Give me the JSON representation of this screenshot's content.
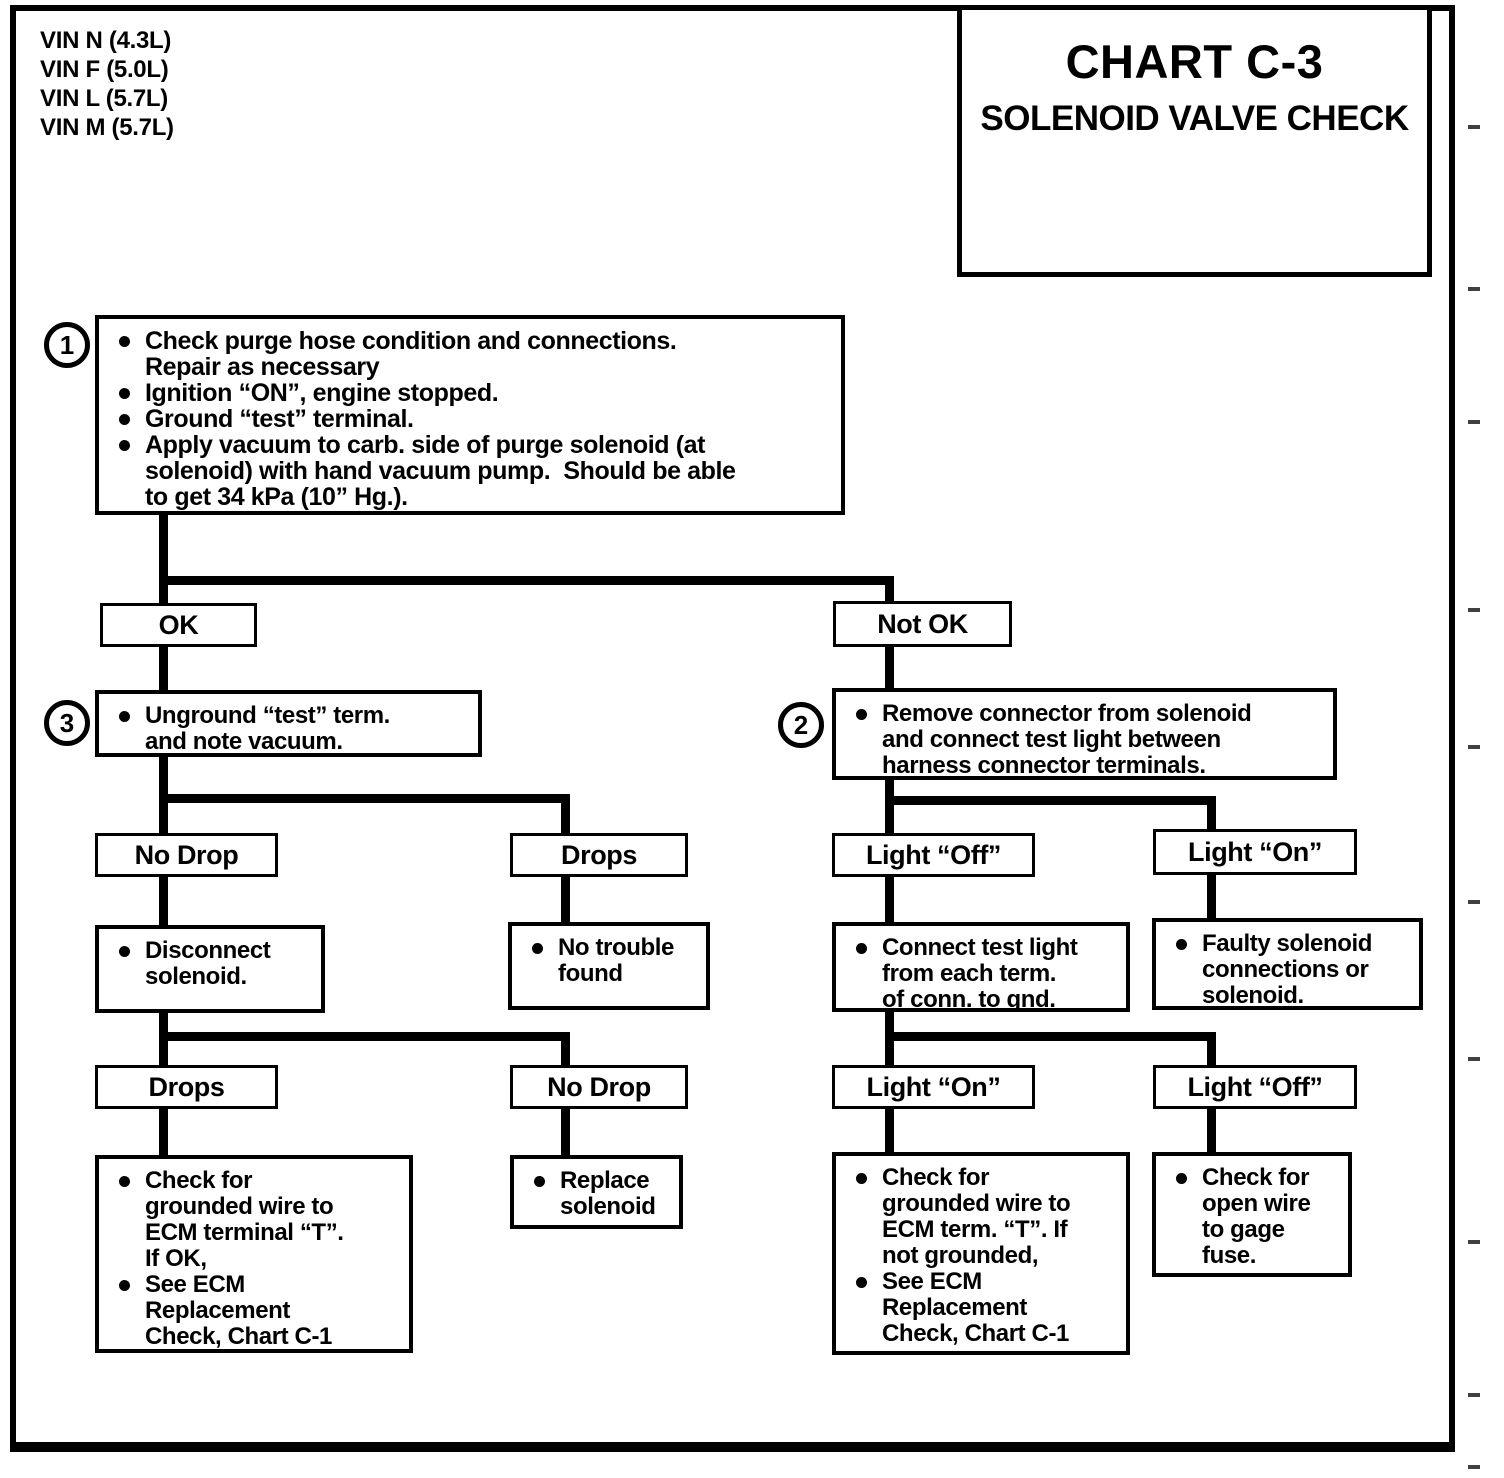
{
  "page": {
    "vin_labels": [
      "VIN N (4.3L)",
      "VIN F (5.0L)",
      "VIN L (5.7L)",
      "VIN M (5.7L)"
    ],
    "title": {
      "line1": "CHART C-3",
      "line2": "SOLENOID VALVE CHECK"
    }
  },
  "steps": {
    "s1": {
      "number": "1",
      "bullets": [
        "Check purge hose condition and connections.\nRepair as necessary",
        "Ignition “ON”, engine stopped.",
        "Ground “test” terminal.",
        "Apply vacuum to carb. side of purge solenoid (at\nsolenoid) with hand vacuum pump.  Should be able\nto get 34 kPa (10” Hg.)."
      ]
    },
    "s2": {
      "number": "2",
      "bullets": [
        "Remove connector from solenoid\nand connect test light between\nharness connector terminals."
      ]
    },
    "s3": {
      "number": "3",
      "bullets": [
        "Unground “test” term.\nand note vacuum."
      ]
    }
  },
  "branches": {
    "ok": "OK",
    "not_ok": "Not OK",
    "no_drop_1": "No Drop",
    "drops_1": "Drops",
    "light_off_1": "Light “Off”",
    "light_on_1": "Light “On”",
    "drops_2": "Drops",
    "no_drop_2": "No Drop",
    "light_on_2": "Light “On”",
    "light_off_2": "Light “Off”"
  },
  "actions": {
    "disconnect_solenoid": {
      "bullets": [
        "Disconnect\nsolenoid."
      ]
    },
    "no_trouble_found": {
      "bullets": [
        "No trouble\nfound"
      ]
    },
    "connect_test_light": {
      "bullets": [
        "Connect test light\nfrom each term.\nof conn. to gnd."
      ]
    },
    "faulty_solenoid": {
      "bullets": [
        "Faulty solenoid\nconnections or\nsolenoid."
      ]
    },
    "check_grounded_left": {
      "bullets": [
        "Check for\ngrounded wire to\nECM terminal “T”.\nIf OK,",
        "See ECM\nReplacement\nCheck, Chart C-1"
      ]
    },
    "replace_solenoid": {
      "bullets": [
        "Replace\nsolenoid"
      ]
    },
    "check_grounded_right": {
      "bullets": [
        "Check for\ngrounded wire to\nECM term. “T”. If\nnot grounded,",
        "See ECM\nReplacement\nCheck, Chart C-1"
      ]
    },
    "check_open_wire": {
      "bullets": [
        "Check for\nopen wire\nto gage\nfuse."
      ]
    }
  },
  "colors": {
    "ink": "#000000",
    "paper": "#ffffff"
  }
}
